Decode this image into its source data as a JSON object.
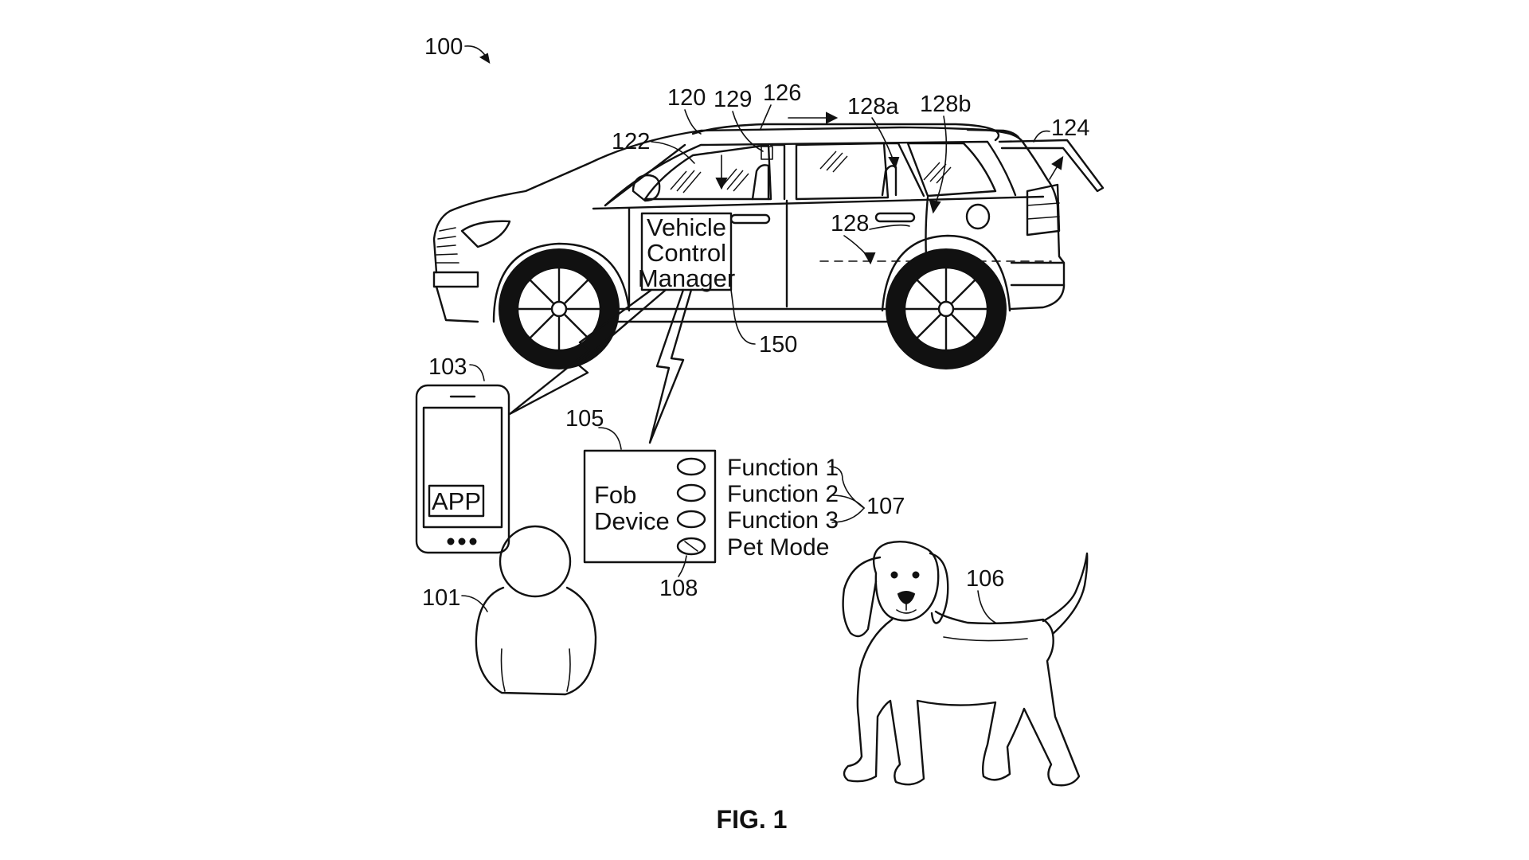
{
  "labels": {
    "system": "100",
    "user": "101",
    "phone": "103",
    "fob": "105",
    "pet": "106",
    "functions_group": "107",
    "pet_mode_button": "108",
    "vehicle": "120",
    "windshield": "122",
    "liftgate": "124",
    "roof": "126",
    "windows": "128",
    "window_a": "128a",
    "window_b": "128b",
    "sunroof": "129",
    "manager": "150"
  },
  "vehicle_control_manager": {
    "line1": "Vehicle",
    "line2": "Control",
    "line3": "Manager"
  },
  "phone_app": "APP",
  "fob_device": {
    "line1": "Fob",
    "line2": "Device",
    "functions": [
      "Function 1",
      "Function 2",
      "Function 3",
      "Pet Mode"
    ]
  },
  "figure_caption": "FIG. 1"
}
